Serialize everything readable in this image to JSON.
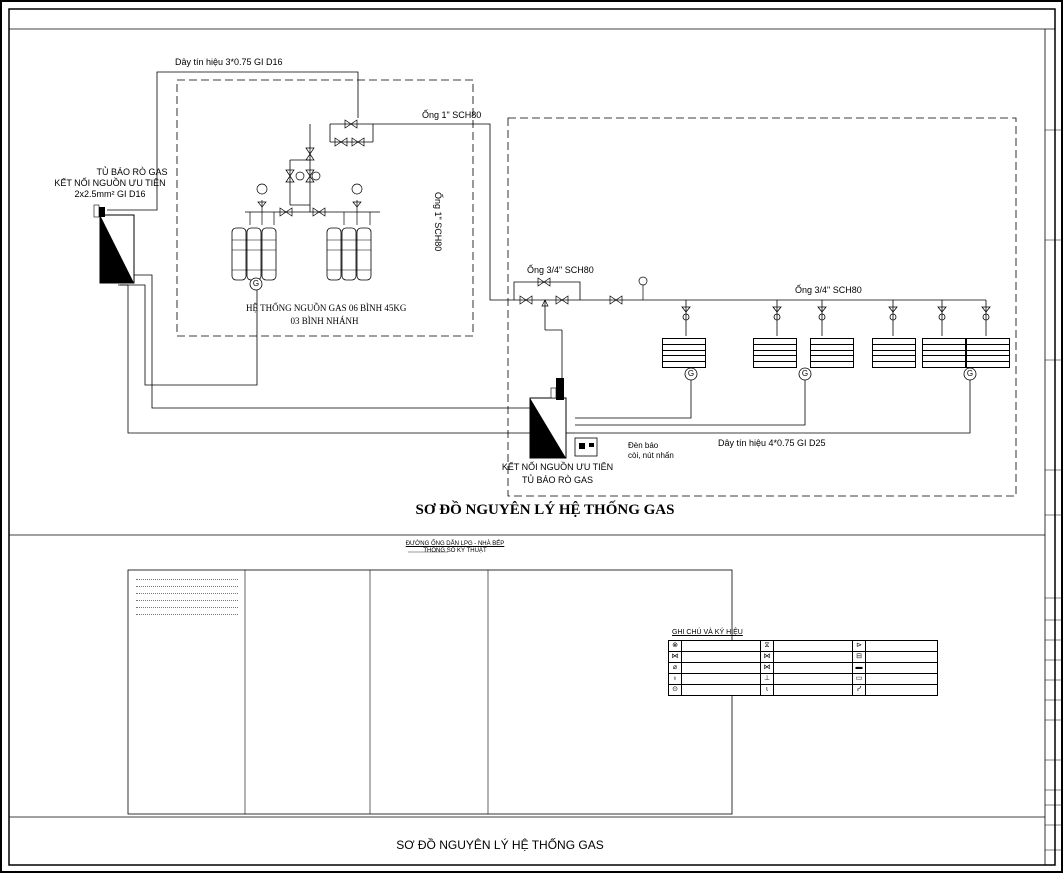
{
  "diagram": {
    "signal_wire_top": "Dây tín hiệu 3*0.75 GI D16",
    "cabinet_left_line1": "TỦ BÁO RÒ GAS",
    "cabinet_left_line2": "KẾT NỐI NGUỒN ƯU TIÊN",
    "cabinet_left_line3": "2x2.5mm² GI D16",
    "pipe_1in_horizontal": "Ống 1\" SCH80",
    "pipe_1in_vertical": "Ống 1\" SCH80",
    "pipe_34_left": "Ống 3/4\" SCH80",
    "pipe_34_right": "Ống 3/4\" SCH80",
    "source_line1": "HỆ THỐNG NGUỒN GAS 06 BÌNH 45KG",
    "source_line2": "03 BÌNH NHÁNH",
    "gas_symbol": "G",
    "alarm_label_line1": "Đèn báo",
    "alarm_label_line2": "còi, nút nhấn",
    "signal_wire_bottom": "Dây tín hiệu 4*0.75 GI D25",
    "cabinet_bottom_line1": "KẾT NỐI NGUỒN ƯU TIÊN",
    "cabinet_bottom_line2": "TỦ BÁO RÒ GAS",
    "main_title": "SƠ ĐỒ NGUYÊN LÝ HỆ THỐNG GAS"
  },
  "specs": {
    "title_line1": "ĐƯỜNG ỐNG DẪN LPG - NHÀ BẾP",
    "title_line2": "THÔNG SỐ KỸ THUẬT"
  },
  "legend": {
    "title": "GHI CHÚ VÀ KÝ HIỆU"
  },
  "footer": {
    "title": "SƠ ĐỒ NGUYÊN LÝ HỆ THỐNG GAS"
  }
}
